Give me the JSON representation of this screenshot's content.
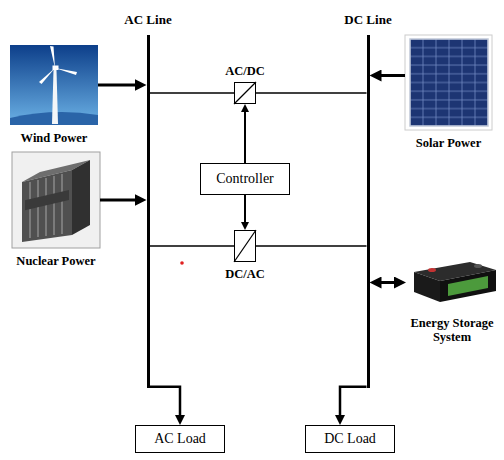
{
  "diagram": {
    "nodes": [
      {
        "text": [
          "AC Line"
        ]
      },
      {
        "text": [
          "DC Line"
        ]
      },
      {
        "text": [
          "Wind Power"
        ]
      },
      {
        "text": [
          "AC/DC"
        ]
      },
      {
        "text": [
          "Solar Power"
        ]
      },
      {
        "text": [
          "Controller"
        ]
      },
      {
        "text": [
          "Nuclear Power"
        ]
      },
      {
        "text": [
          "DC/AC"
        ]
      },
      {
        "text": [
          "Energy Storage System"
        ]
      },
      {
        "text": [
          "AC Load"
        ]
      },
      {
        "text": [
          "DC Load"
        ]
      }
    ],
    "edges": [
      {
        "from": 2,
        "to": 0,
        "arrow": "to"
      },
      {
        "from": 6,
        "to": 0,
        "arrow": "to"
      },
      {
        "from": 4,
        "to": 1,
        "arrow": "to"
      },
      {
        "from": 1,
        "to": 8,
        "arrow": "both"
      },
      {
        "from": 0,
        "to": 3,
        "arrow": "none"
      },
      {
        "from": 3,
        "to": 1,
        "arrow": "none"
      },
      {
        "from": 0,
        "to": 7,
        "arrow": "none"
      },
      {
        "from": 7,
        "to": 1,
        "arrow": "none"
      },
      {
        "from": 5,
        "to": 3,
        "arrow": "to"
      },
      {
        "from": 5,
        "to": 7,
        "arrow": "to"
      },
      {
        "from": 0,
        "to": 9,
        "arrow": "to"
      },
      {
        "from": 1,
        "to": 10,
        "arrow": "to"
      }
    ]
  }
}
